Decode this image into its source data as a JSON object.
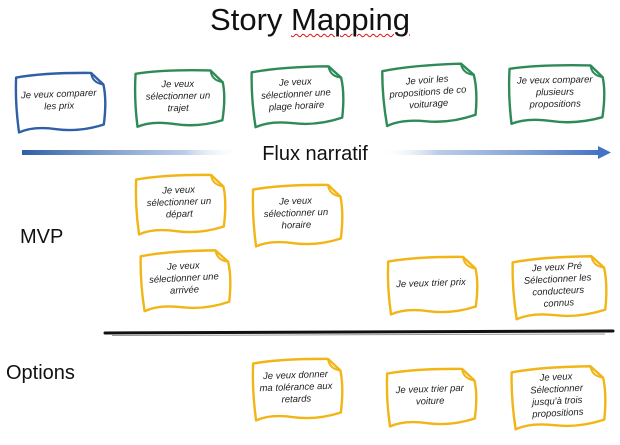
{
  "title": {
    "prefix": "Story ",
    "word": "Mapping"
  },
  "flow_label": "Flux narratif",
  "rows": {
    "mvp": "MVP",
    "options": "Options"
  },
  "colors": {
    "blue": "#2f5fa6",
    "green": "#2e8b57",
    "yellow": "#f2b516",
    "arrow": "#4472c4",
    "divider": "#111111"
  },
  "notes": {
    "n1": "Je veux comparer les prix",
    "n2": "Je veux sélectionner un trajet",
    "n3": "Je veux sélectionner une plage horaire",
    "n4": "Je voir les propositions de co voiturage",
    "n5": "Je veux comparer plusieurs propositions",
    "n6": "Je veux sélectionner un départ",
    "n7": "Je veux sélectionner un horaire",
    "n8": "Je veux sélectionner une arrivée",
    "n9": "Je veux trier prix",
    "n10": "Je veux Pré Sélectionner les conducteurs connus",
    "n11": "Je veux donner ma tolérance aux retards",
    "n12": "Je veux trier par voiture",
    "n13": "Je veux Sélectionner jusqu'à trois propositions"
  }
}
